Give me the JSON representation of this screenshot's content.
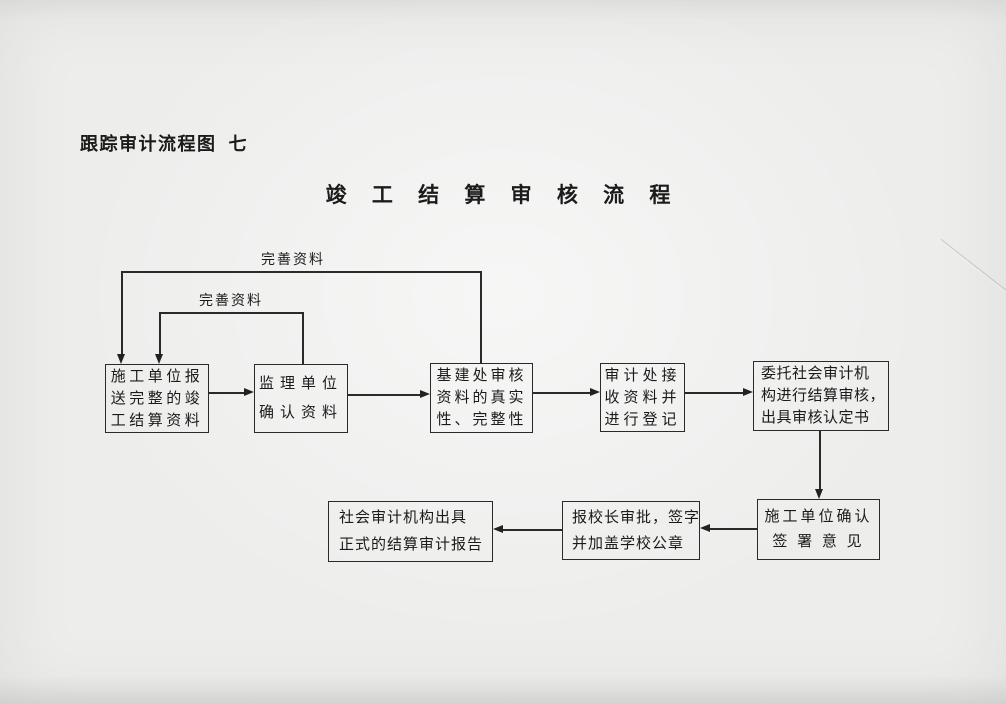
{
  "header": {
    "caption": "跟踪审计流程图  七"
  },
  "title": {
    "text": "竣 工 结 算 审 核 流 程"
  },
  "flowchart": {
    "feedback_labels": {
      "outer": "完善资料",
      "inner": "完善资料"
    },
    "boxes": {
      "submit": {
        "lines": [
          "施工单位报",
          "送完整的竣",
          "工结算资料"
        ]
      },
      "supervision": {
        "lines": [
          "监理单位",
          "确认资料"
        ]
      },
      "infrastructure": {
        "lines": [
          "基建处审核",
          "资料的真实",
          "性、完整性"
        ]
      },
      "audit_office": {
        "lines": [
          "审计处接",
          "收资料并",
          "进行登记"
        ]
      },
      "entrust": {
        "lines": [
          "委托社会审计机",
          "构进行结算审核，",
          "出具审核认定书"
        ]
      },
      "confirm_sign": {
        "lines": [
          "施工单位确认",
          "签 署 意 见"
        ]
      },
      "president": {
        "lines": [
          "报校长审批，签字",
          "并加盖学校公章"
        ]
      },
      "final_report": {
        "lines": [
          "社会审计机构出具",
          "正式的结算审计报告"
        ]
      }
    }
  },
  "colors": {
    "paper": "#edeeec",
    "ink": "#1b1b1b",
    "line": "#2a2a2a"
  }
}
